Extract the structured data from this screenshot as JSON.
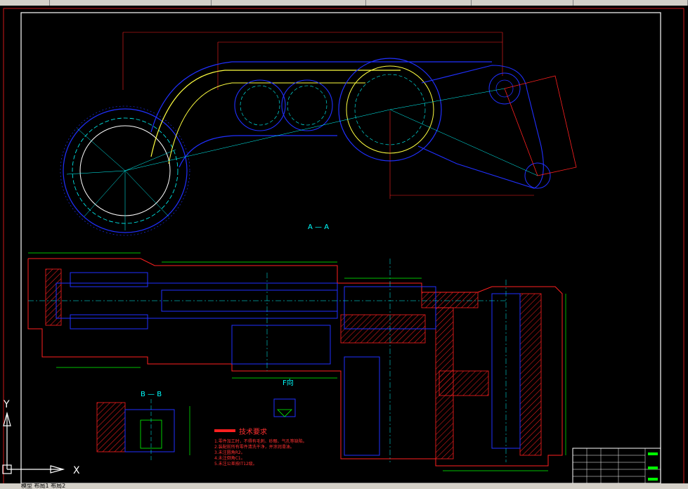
{
  "drawing": {
    "section_aa_label": "A — A",
    "section_bb_label": "B — B",
    "view_f_label": "F向"
  },
  "tech_requirements": {
    "heading": "技术要求",
    "notes": [
      "1.零件加工时，不得有毛刺、砂眼、气孔等缺陷。",
      "2.装配前所有零件清洗干净，并涂润滑油。",
      "3.未注圆角R2。",
      "4.未注倒角C1。",
      "5.未注公差按IT12级。"
    ]
  },
  "ucs": {
    "x_label": "X",
    "y_label": "Y"
  },
  "status_bar": {
    "text": "模型 布局1 布局2"
  },
  "colors": {
    "background": "#000000",
    "outline": "#ff2020",
    "hatch": "#ff2020",
    "part": "#2030ff",
    "center": "#00ffff",
    "dimension": "#00ff00",
    "highlight": "#ffff40",
    "border": "#ffffff"
  }
}
